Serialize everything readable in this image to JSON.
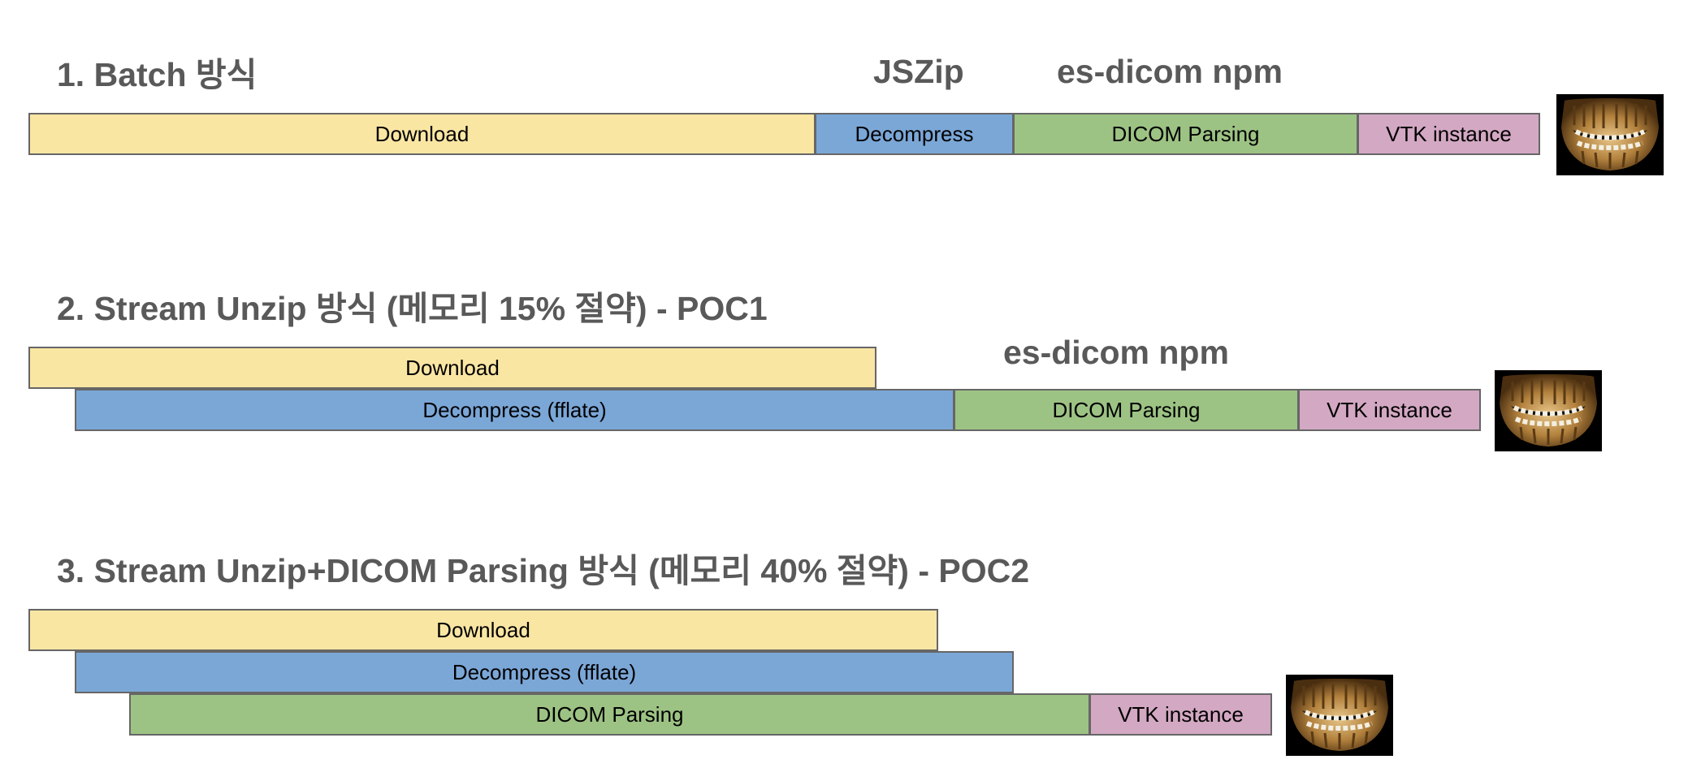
{
  "diagram": {
    "rows": [
      {
        "title": "1. Batch 방식",
        "libraries": [
          "JSZip",
          "es-dicom npm"
        ],
        "steps": {
          "download": "Download",
          "decompress": "Decompress",
          "parse": "DICOM Parsing",
          "vtk": "VTK instance"
        },
        "thumbnail": "dental-ct-image"
      },
      {
        "title": "2. Stream Unzip 방식 (메모리 15% 절약) - POC1",
        "libraries": [
          "es-dicom npm"
        ],
        "steps": {
          "download": "Download",
          "decompress": "Decompress (fflate)",
          "parse": "DICOM Parsing",
          "vtk": "VTK instance"
        },
        "thumbnail": "dental-ct-image"
      },
      {
        "title": "3. Stream Unzip+DICOM Parsing 방식 (메모리 40% 절약) - POC2",
        "libraries": [],
        "steps": {
          "download": "Download",
          "decompress": "Decompress (fflate)",
          "parse": "DICOM Parsing",
          "vtk": "VTK instance"
        },
        "thumbnail": "dental-ct-image"
      }
    ],
    "colors": {
      "download": "#fae6a3",
      "decompress": "#7ba7d7",
      "parse": "#9dc384",
      "vtk": "#d3a8c3",
      "title_text": "#595959",
      "bar_border": "#666666"
    }
  }
}
